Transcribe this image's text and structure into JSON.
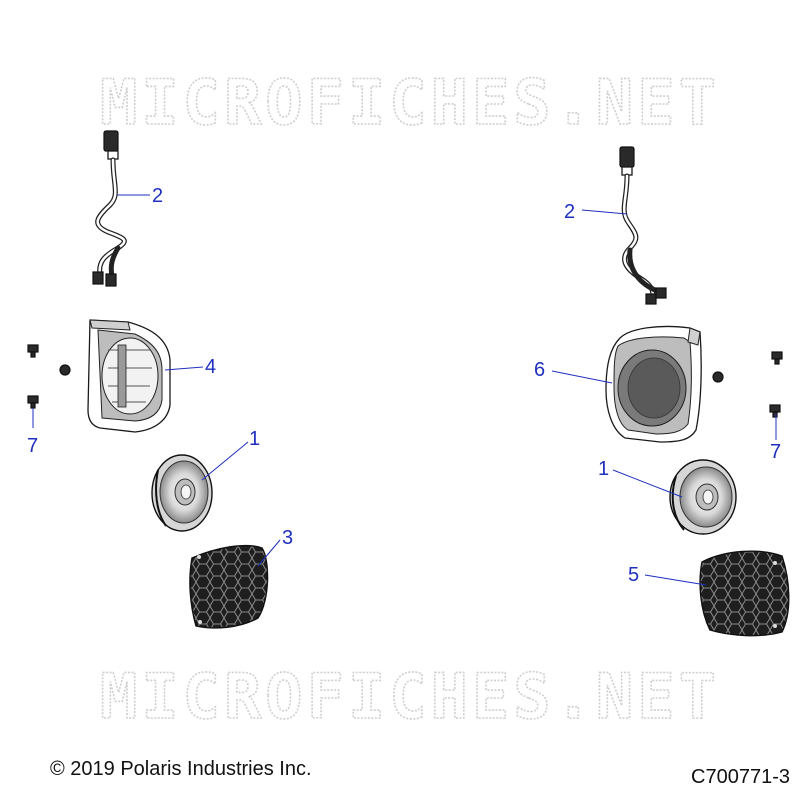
{
  "watermark": {
    "text_top": "MICROFICHES.NET",
    "text_bottom": "MICROFICHES.NET"
  },
  "callouts": {
    "left_harness": "2",
    "left_enclosure": "4",
    "left_fastener": "7",
    "left_speaker": "1",
    "left_grille": "3",
    "right_harness": "2",
    "right_enclosure": "6",
    "right_fastener": "7",
    "right_speaker": "1",
    "right_grille": "5"
  },
  "footer": {
    "copyright": "© 2019 Polaris Industries Inc.",
    "diagram_id": "C700771-3"
  },
  "colors": {
    "callout": "#1f2fbf",
    "watermark": "#cfcfcf",
    "ink": "#111111"
  }
}
